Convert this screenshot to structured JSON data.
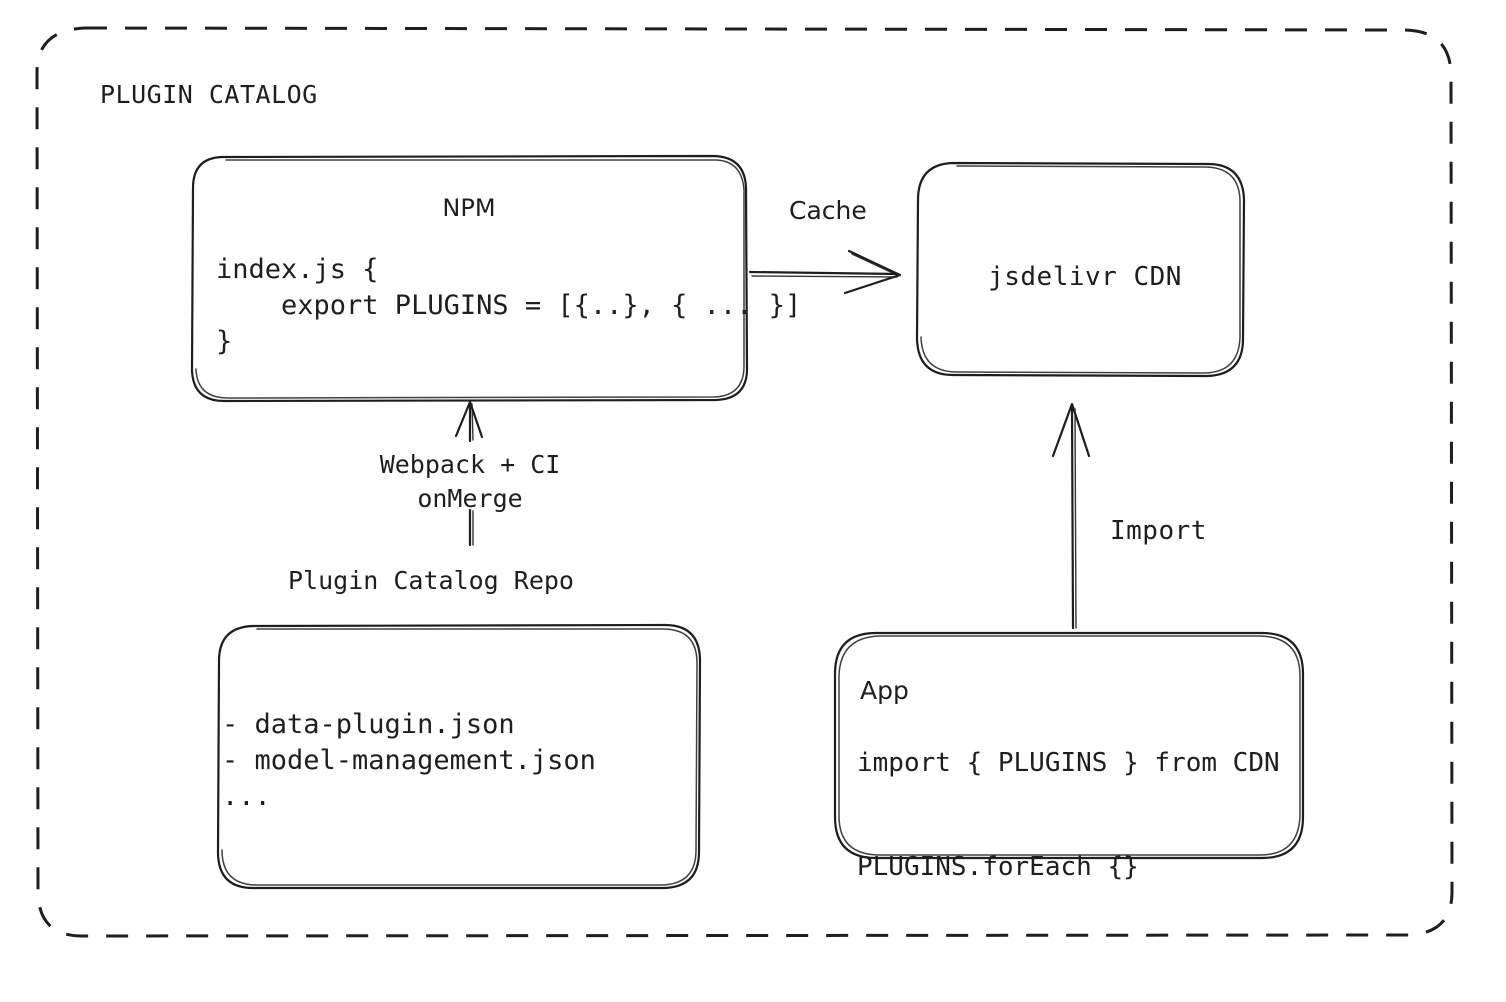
{
  "diagram": {
    "group": {
      "title": "PLUGIN CATALOG"
    },
    "nodes": {
      "npm": {
        "title": "NPM",
        "code": "index.js {\n    export PLUGINS = [{..}, { ... }]\n}"
      },
      "cdn": {
        "title": "jsdelivr CDN"
      },
      "repo": {
        "title": "Plugin Catalog Repo",
        "list": "- data-plugin.json\n- model-management.json\n..."
      },
      "app": {
        "title": "App",
        "code": "import { PLUGINS } from CDN\n\nPLUGINS.forEach {}"
      }
    },
    "edges": {
      "cache": {
        "label": "Cache"
      },
      "build": {
        "label": "Webpack + CI\nonMerge"
      },
      "import": {
        "label": "Import"
      }
    },
    "colors": {
      "stroke": "#1e1e1e",
      "background": "#ffffff"
    }
  }
}
